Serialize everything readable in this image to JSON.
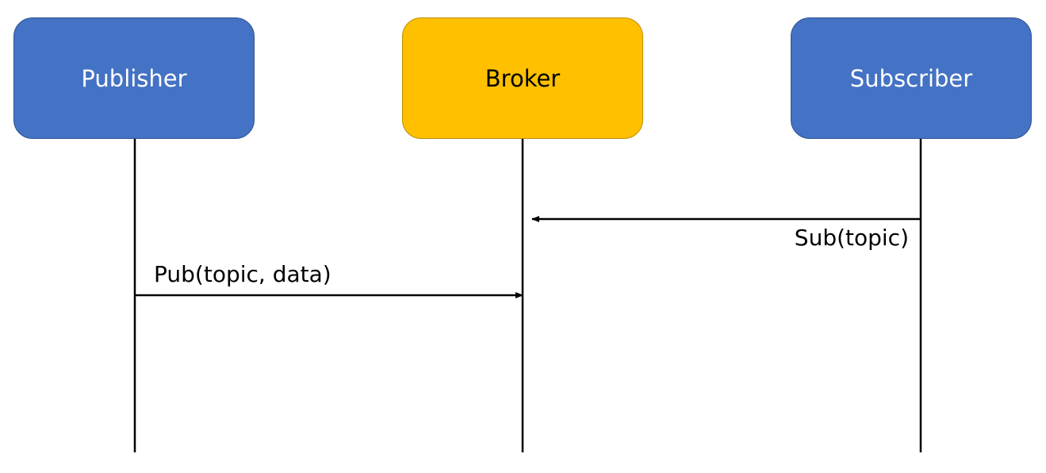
{
  "actors": {
    "publisher": "Publisher",
    "broker": "Broker",
    "subscriber": "Subscriber"
  },
  "messages": {
    "subscribe": "Sub(topic)",
    "publish": "Pub(topic, data)"
  },
  "colors": {
    "publisher_fill": "#4472C4",
    "broker_fill": "#FFC000",
    "subscriber_fill": "#4472C4",
    "line": "#000000"
  }
}
